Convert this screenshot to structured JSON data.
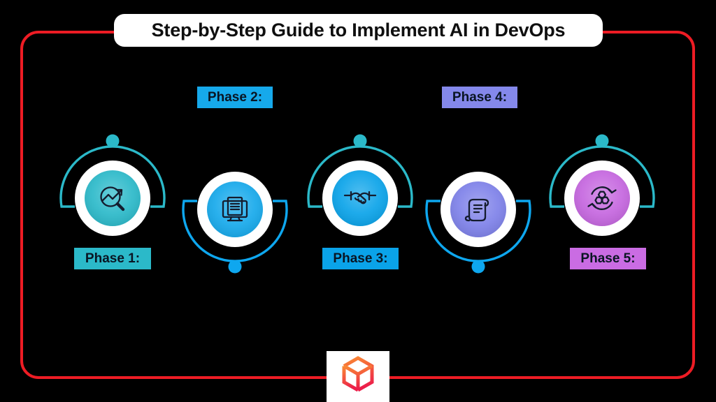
{
  "title": "Step-by-Step Guide to Implement AI in DevOps",
  "theme": {
    "background": "#000000",
    "frame_border": "#ed1c24",
    "banner_bg": "#ffffff",
    "title_color": "#0f0f0f",
    "label_text_color": "#091523",
    "icon_stroke": "#141c2e",
    "logo_gradient_start": "#fa8a33",
    "logo_gradient_end": "#ec1e4a"
  },
  "phases": [
    {
      "label": "Phase 1:",
      "icon": "trend-analysis-magnifier-icon",
      "arc_position": "top",
      "colors": {
        "circle": "#2bb9c9",
        "arc": "#2bb9c9",
        "dot": "#2bb9c9",
        "labelbg": "#2bb9c9"
      }
    },
    {
      "label": "Phase 2:",
      "icon": "monitor-document-icon",
      "arc_position": "bottom",
      "colors": {
        "circle": "#16a9eb",
        "arc": "#0ea7ef",
        "dot": "#0ea7ef",
        "labelbg": "#16a9eb"
      }
    },
    {
      "label": "Phase 3:",
      "icon": "handshake-icon",
      "arc_position": "top",
      "colors": {
        "circle": "#0aa3e9",
        "arc": "#2bb9c9",
        "dot": "#2bb9c9",
        "labelbg": "#0aa3e9"
      }
    },
    {
      "label": "Phase 4:",
      "icon": "scroll-document-icon",
      "arc_position": "bottom",
      "colors": {
        "circle": "#7e81e9",
        "arc": "#0ea7ef",
        "dot": "#0ea7ef",
        "labelbg": "#8488eb"
      }
    },
    {
      "label": "Phase 5:",
      "icon": "continuous-improvement-cycle-icon",
      "arc_position": "top",
      "colors": {
        "circle": "#c566df",
        "arc": "#2bb9c9",
        "dot": "#2bb9c9",
        "labelbg": "#ca6ce3"
      }
    }
  ],
  "footer": {
    "logo_icon": "cube-logo-icon"
  }
}
